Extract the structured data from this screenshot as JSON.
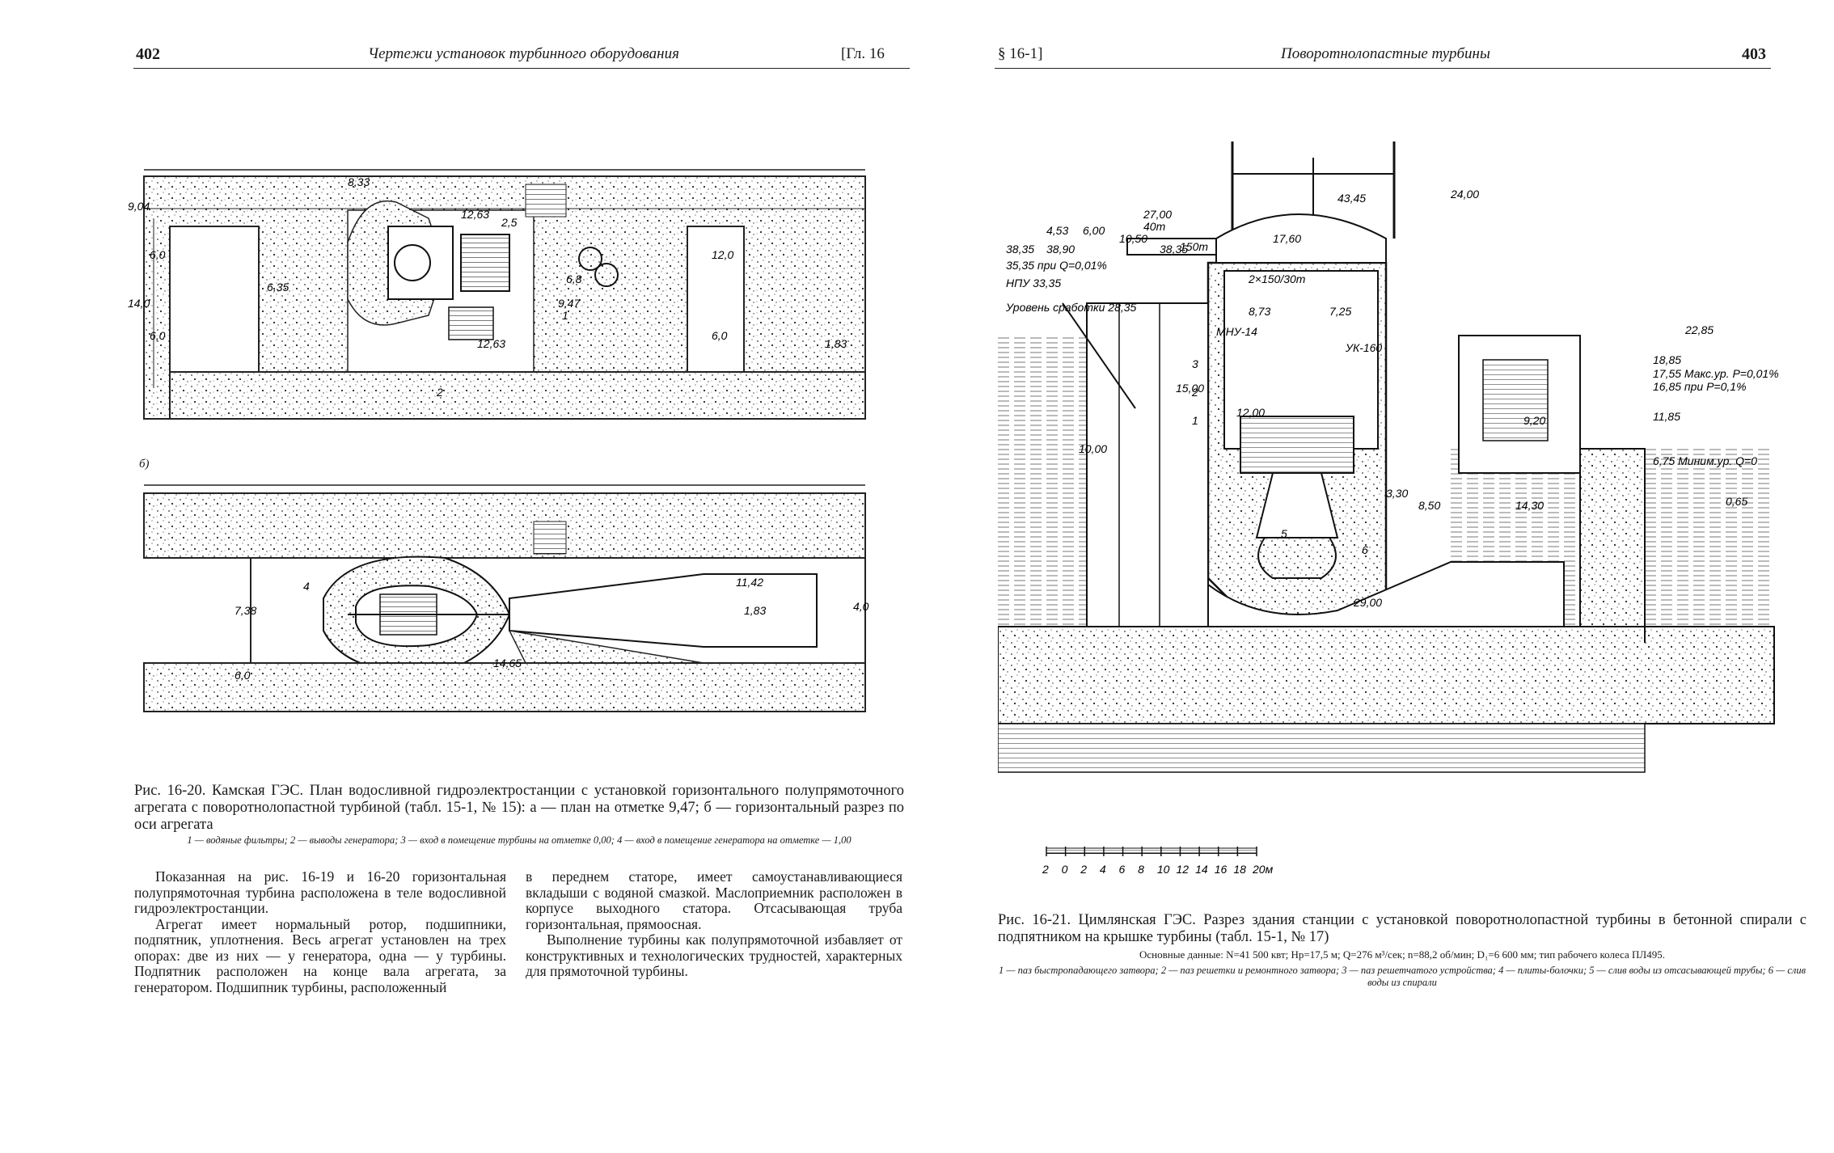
{
  "left_page": {
    "page_number": "402",
    "running_title": "Чертежи установок турбинного оборудования",
    "chapter": "[Гл. 16",
    "figure_label_b": "б)",
    "figure_marks": {
      "el_833": "8,33",
      "el_1263_top": "12,63",
      "el_635": "6,35",
      "el_947": "9,47",
      "el_1263_bot": "12,63",
      "el_183_top": "1,83",
      "el_1142": "11,42",
      "el_183_bot": "1,83",
      "el_1465": "14,65",
      "dim_40": "4,0",
      "dim_60a": "6,0",
      "dim_60b": "6,0",
      "dim_120": "12,0",
      "dim_60c": "6,0",
      "dim_904": "9,04",
      "dim_140": "14,0",
      "dim_68": "6,8",
      "dim_25": "2,5",
      "dim_738": "7,38",
      "dim_60d": "6,0",
      "lbl_1": "1",
      "lbl_2": "2",
      "lbl_4": "4"
    },
    "caption": {
      "title": "Рис. 16-20. Камская ГЭС. План водосливной гидроэлектростанции с установкой горизонтального полупрямоточного агрегата с поворотнолопастной турбиной (табл. 15-1, № 15): а — план на отметке 9,47; б — горизонтальный разрез по оси агрегата",
      "legend": "1 — водяные фильтры; 2 — выводы генератора; 3 — вход в помещение турбины на отметке 0,00; 4 — вход в помещение генератора на отметке — 1,00"
    },
    "col1": [
      "Показанная на рис. 16-19 и 16-20 горизонтальная полупрямоточная турбина расположена в теле водосливной гидроэлектростанции.",
      "Агрегат имеет нормальный ротор, подшипники, подпятник, уплотнения. Весь агрегат установлен на трех опорах: две из них — у генератора, одна — у турбины. Подпятник расположен на конце вала агрегата, за генератором. Подшипник турбины, расположенный"
    ],
    "col2": [
      "в переднем статоре, имеет самоустанавливающиеся вкладыши с водяной смазкой. Маслоприемник расположен в корпусе выходного статора. Отсасывающая труба горизонтальная, прямоосная.",
      "Выполнение турбины как полупрямоточной избавляет от конструктивных и технологических трудностей, характерных для прямоточной турбины."
    ]
  },
  "right_page": {
    "page_number": "403",
    "section": "§ 16-1]",
    "running_title": "Поворотнолопастные турбины",
    "figure_marks": {
      "e2700": "27,00",
      "e40m": "40т",
      "e1050": "10,50",
      "e600": "6,00",
      "e453": "4,53",
      "e3890": "38,90",
      "e3835a": "38,35",
      "e3835b": "38,35",
      "e150t": "150т",
      "e1760": "17,60",
      "e4345": "43,45",
      "e2400": "24,00",
      "e3535": "35,35 при Q=0,01%",
      "enpu": "НПУ 33,35",
      "eur": "Уровень сработки 28,35",
      "e2x150": "2×150/30т",
      "e873": "8,73",
      "e725": "7,25",
      "emnu": "МНУ-14",
      "euk": "УК-160",
      "e2285": "22,85",
      "e1885": "18,85",
      "e1755": "17,55 Макс.ур. Р=0,01%",
      "e1685": "16,85 при Р=0,1%",
      "e1185": "11,85",
      "e675": "6,75 Миним.ур. Q=0",
      "e1000": "10,00",
      "e850": "8,50",
      "e1430": "14,30",
      "e920": "9,20",
      "e330": "3,30",
      "e065": "0,65",
      "e2900": "29,00",
      "e1500": "15,00",
      "e1200": "12,00",
      "l1": "1",
      "l2": "2",
      "l3": "3",
      "l5": "5",
      "l6": "6"
    },
    "scale": {
      "ticks": [
        "2",
        "0",
        "2",
        "4",
        "6",
        "8",
        "10",
        "12",
        "14",
        "16",
        "18",
        "20м"
      ]
    },
    "caption": {
      "title": "Рис. 16-21. Цимлянская ГЭС. Разрез здания станции с установкой поворотнолопастной турбины в бетонной спирали с подпятником на крышке турбины (табл. 15-1, № 17)",
      "data_line": "Основные данные: N=41 500 квт; Hp=17,5 м; Q=276 м³/сек; n=88,2 об/мин; D₁=6 600 мм; тип рабочего колеса ПЛ495.",
      "legend": "1 — паз быстропадающего затвора; 2 — паз решетки и ремонтного затвора; 3 — паз решетчатого устройства; 4 — плиты-болочки; 5 — слив воды из отсасывающей трубы; 6 — слив воды из спирали"
    }
  }
}
